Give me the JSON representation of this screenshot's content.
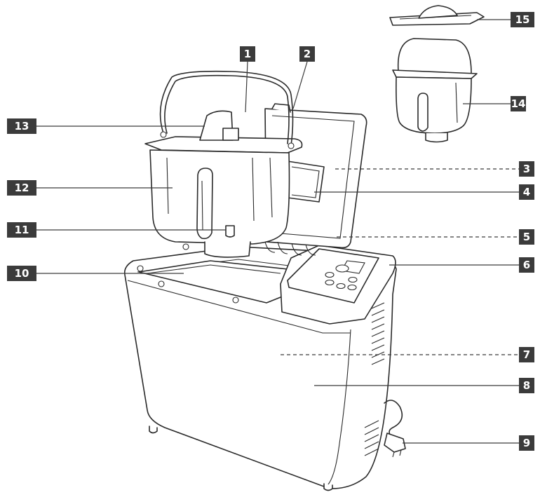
{
  "colors": {
    "badge": "#3b3b3b",
    "line": "#2a2a2a",
    "background": "#ffffff"
  },
  "callouts": [
    {
      "label": "1"
    },
    {
      "label": "2"
    },
    {
      "label": "3"
    },
    {
      "label": "4"
    },
    {
      "label": "5"
    },
    {
      "label": "6"
    },
    {
      "label": "7"
    },
    {
      "label": "8"
    },
    {
      "label": "9"
    },
    {
      "label": "10"
    },
    {
      "label": "11"
    },
    {
      "label": "12"
    },
    {
      "label": "13"
    },
    {
      "label": "14"
    },
    {
      "label": "15"
    }
  ]
}
